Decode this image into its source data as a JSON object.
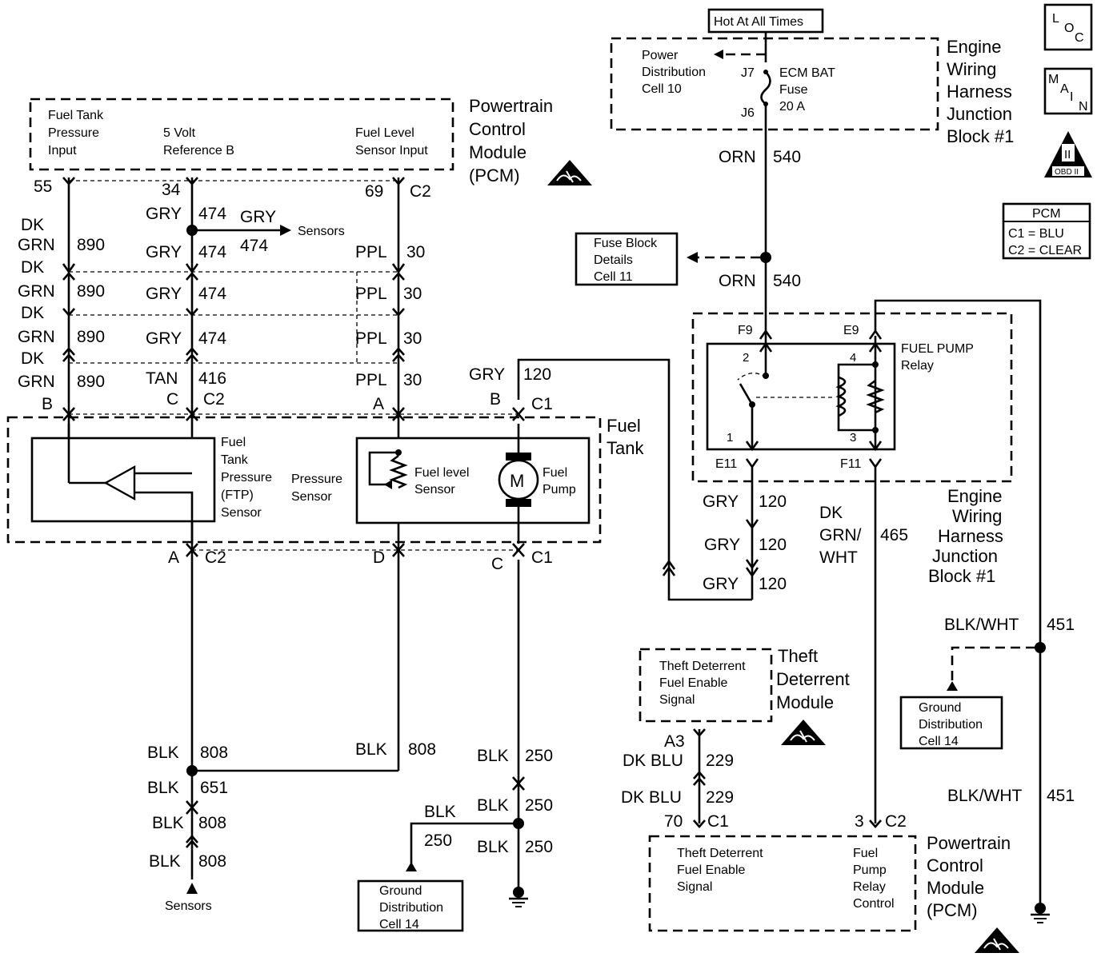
{
  "icons": {
    "loc": [
      "L",
      "O",
      "C"
    ],
    "main": [
      "M",
      "A",
      "I",
      "N"
    ],
    "obd": "OBD II",
    "obd_numeral": "II"
  },
  "pcm_legend": {
    "title": "PCM",
    "c1": "C1 = BLU",
    "c2": "C2 = CLEAR"
  },
  "hot_label": "Hot At All Times",
  "junction_block": {
    "name": [
      "Engine",
      "Wiring",
      "Harness",
      "Junction",
      "Block #1"
    ],
    "pdc": [
      "Power",
      "Distribution",
      "Cell 10"
    ],
    "fuse": [
      "ECM BAT",
      "Fuse",
      "20 A"
    ],
    "j7": "J7",
    "j6": "J6"
  },
  "pcm_top": {
    "name": [
      "Powertrain",
      "Control",
      "Module",
      "(PCM)"
    ],
    "ftp_input": [
      "Fuel Tank",
      "Pressure",
      "Input"
    ],
    "vref": [
      "5 Volt",
      "Reference B"
    ],
    "fuel_level_input": [
      "Fuel Level",
      "Sensor Input"
    ],
    "pin55": "55",
    "pin34": "34",
    "pin69": "69",
    "c2": "C2"
  },
  "left_wires": {
    "dk": "DK",
    "grn": "GRN",
    "n890": "890",
    "gry": "GRY",
    "n474": "474",
    "ppl": "PPL",
    "n30": "30",
    "tan": "TAN",
    "n416": "416",
    "sensors": "Sensors"
  },
  "connector_letters": {
    "b": "B",
    "c": "C",
    "c2": "C2",
    "a": "A",
    "c1": "C1",
    "d": "D"
  },
  "fuel_tank": {
    "label": [
      "Fuel",
      "Tank"
    ],
    "ftp_sensor": [
      "Fuel",
      "Tank",
      "Pressure",
      "(FTP)",
      "Sensor"
    ],
    "pressure_sensor": [
      "Pressure",
      "Sensor"
    ],
    "level_sensor": [
      "Fuel level",
      "Sensor"
    ],
    "pump": [
      "Fuel",
      "Pump"
    ],
    "motor": "M"
  },
  "grounds": {
    "blk": "BLK",
    "n808": "808",
    "n651": "651",
    "n250": "250",
    "sensors": "Sensors",
    "gd_cell": [
      "Ground",
      "Distribution",
      "Cell 14"
    ]
  },
  "relay_side": {
    "orn": "ORN",
    "n540": "540",
    "fuse_block": [
      "Fuse Block",
      "Details",
      "Cell 11"
    ],
    "f9": "F9",
    "e9": "E9",
    "e11": "E11",
    "f11": "F11",
    "relay_name": [
      "FUEL PUMP",
      "Relay"
    ],
    "pin1": "1",
    "pin2": "2",
    "pin3": "3",
    "pin4": "4",
    "jb_name": [
      "Engine",
      "Wiring",
      "Harness",
      "Junction",
      "Block #1"
    ],
    "gry": "GRY",
    "n120": "120",
    "dk": "DK",
    "grn_wht": "GRN/",
    "wht": "WHT",
    "n465": "465",
    "blk_wht": "BLK/WHT",
    "n451": "451",
    "gd_cell": [
      "Ground",
      "Distribution",
      "Cell 14"
    ]
  },
  "theft": {
    "box": [
      "Theft Deterrent",
      "Fuel Enable",
      "Signal"
    ],
    "name": [
      "Theft",
      "Deterrent",
      "Module"
    ],
    "a3": "A3",
    "dk_blu": "DK BLU",
    "n229": "229",
    "n70": "70",
    "c1": "C1",
    "n3": "3",
    "c2": "C2"
  },
  "pcm_bottom": {
    "name": [
      "Powertrain",
      "Control",
      "Module",
      "(PCM)"
    ],
    "tdfe": [
      "Theft Deterrent",
      "Fuel Enable",
      "Signal"
    ],
    "fprc": [
      "Fuel",
      "Pump",
      "Relay",
      "Control"
    ]
  }
}
